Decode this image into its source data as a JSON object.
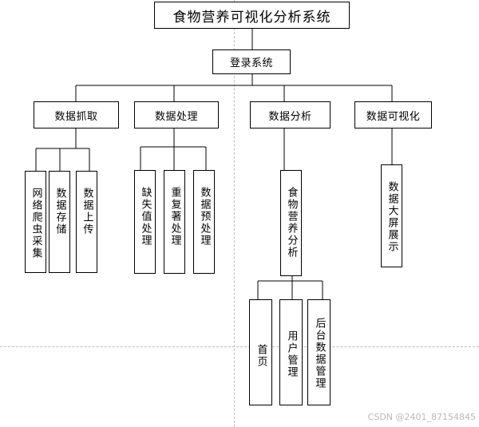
{
  "title": "食物营养可视化分析系统",
  "login": "登录系统",
  "modules": {
    "crawl": "数据抓取",
    "process": "数据处理",
    "analysis": "数据分析",
    "visual": "数据可视化"
  },
  "crawl_items": [
    "网络爬虫采集",
    "数据存储",
    "数据上传"
  ],
  "process_items": [
    "缺失值处理",
    "重复著处理",
    "数据预处理"
  ],
  "analysis_item": "食物营养分析",
  "analysis_subitems": [
    "首页",
    "用户管理",
    "后台数据管理"
  ],
  "visual_item": "数据大屏展示",
  "watermark": "CSDN @2401_87154845"
}
